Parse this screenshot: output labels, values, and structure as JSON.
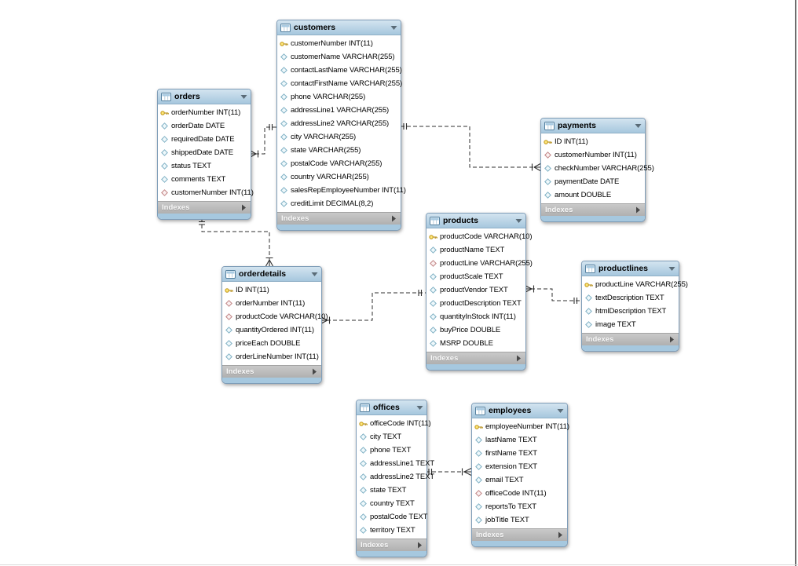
{
  "diagram": {
    "colors": {
      "table_header_blue": "#a6c7de",
      "indexes_bar_gray": "#b5b5b5",
      "primary_key_icon_yellow": "#f7d64b",
      "foreign_key_icon_red": "#c08484",
      "column_icon_blue": "#7fb0c4",
      "relationship_line": "#2f2f2f"
    },
    "tables": [
      {
        "title": "customers",
        "footer": "Indexes",
        "columns": [
          {
            "label": "customerNumber INT(11)",
            "icon": "key"
          },
          {
            "label": "customerName VARCHAR(255)",
            "icon": "col"
          },
          {
            "label": "contactLastName VARCHAR(255)",
            "icon": "col"
          },
          {
            "label": "contactFirstName VARCHAR(255)",
            "icon": "col"
          },
          {
            "label": "phone VARCHAR(255)",
            "icon": "col"
          },
          {
            "label": "addressLine1 VARCHAR(255)",
            "icon": "col"
          },
          {
            "label": "addressLine2 VARCHAR(255)",
            "icon": "col"
          },
          {
            "label": "city VARCHAR(255)",
            "icon": "col"
          },
          {
            "label": "state VARCHAR(255)",
            "icon": "col"
          },
          {
            "label": "postalCode VARCHAR(255)",
            "icon": "col"
          },
          {
            "label": "country VARCHAR(255)",
            "icon": "col"
          },
          {
            "label": "salesRepEmployeeNumber INT(11)",
            "icon": "col"
          },
          {
            "label": "creditLimit DECIMAL(8,2)",
            "icon": "col"
          }
        ]
      },
      {
        "title": "orders",
        "footer": "Indexes",
        "columns": [
          {
            "label": "orderNumber INT(11)",
            "icon": "key"
          },
          {
            "label": "orderDate DATE",
            "icon": "col"
          },
          {
            "label": "requiredDate DATE",
            "icon": "col"
          },
          {
            "label": "shippedDate DATE",
            "icon": "col"
          },
          {
            "label": "status TEXT",
            "icon": "col"
          },
          {
            "label": "comments TEXT",
            "icon": "col"
          },
          {
            "label": "customerNumber INT(11)",
            "icon": "fk"
          }
        ]
      },
      {
        "title": "payments",
        "footer": "Indexes",
        "columns": [
          {
            "label": "ID INT(11)",
            "icon": "key"
          },
          {
            "label": "customerNumber INT(11)",
            "icon": "fk"
          },
          {
            "label": "checkNumber VARCHAR(255)",
            "icon": "col"
          },
          {
            "label": "paymentDate DATE",
            "icon": "col"
          },
          {
            "label": "amount DOUBLE",
            "icon": "col"
          }
        ]
      },
      {
        "title": "products",
        "footer": "Indexes",
        "columns": [
          {
            "label": "productCode VARCHAR(10)",
            "icon": "key"
          },
          {
            "label": "productName TEXT",
            "icon": "col"
          },
          {
            "label": "productLine VARCHAR(255)",
            "icon": "fk"
          },
          {
            "label": "productScale TEXT",
            "icon": "col"
          },
          {
            "label": "productVendor TEXT",
            "icon": "col"
          },
          {
            "label": "productDescription TEXT",
            "icon": "col"
          },
          {
            "label": "quantityInStock INT(11)",
            "icon": "col"
          },
          {
            "label": "buyPrice DOUBLE",
            "icon": "col"
          },
          {
            "label": "MSRP DOUBLE",
            "icon": "col"
          }
        ]
      },
      {
        "title": "productlines",
        "footer": "Indexes",
        "columns": [
          {
            "label": "productLine VARCHAR(255)",
            "icon": "key"
          },
          {
            "label": "textDescription TEXT",
            "icon": "col"
          },
          {
            "label": "htmlDescription TEXT",
            "icon": "col"
          },
          {
            "label": "image TEXT",
            "icon": "col"
          }
        ]
      },
      {
        "title": "orderdetails",
        "footer": "Indexes",
        "columns": [
          {
            "label": "ID INT(11)",
            "icon": "key"
          },
          {
            "label": "orderNumber INT(11)",
            "icon": "fk"
          },
          {
            "label": "productCode VARCHAR(10)",
            "icon": "fk"
          },
          {
            "label": "quantityOrdered INT(11)",
            "icon": "col"
          },
          {
            "label": "priceEach DOUBLE",
            "icon": "col"
          },
          {
            "label": "orderLineNumber INT(11)",
            "icon": "col"
          }
        ]
      },
      {
        "title": "offices",
        "footer": "Indexes",
        "columns": [
          {
            "label": "officeCode INT(11)",
            "icon": "key"
          },
          {
            "label": "city TEXT",
            "icon": "col"
          },
          {
            "label": "phone TEXT",
            "icon": "col"
          },
          {
            "label": "addressLine1 TEXT",
            "icon": "col"
          },
          {
            "label": "addressLine2 TEXT",
            "icon": "col"
          },
          {
            "label": "state TEXT",
            "icon": "col"
          },
          {
            "label": "country TEXT",
            "icon": "col"
          },
          {
            "label": "postalCode TEXT",
            "icon": "col"
          },
          {
            "label": "territory TEXT",
            "icon": "col"
          }
        ]
      },
      {
        "title": "employees",
        "footer": "Indexes",
        "columns": [
          {
            "label": "employeeNumber INT(11)",
            "icon": "key"
          },
          {
            "label": "lastName TEXT",
            "icon": "col"
          },
          {
            "label": "firstName TEXT",
            "icon": "col"
          },
          {
            "label": "extension TEXT",
            "icon": "col"
          },
          {
            "label": "email TEXT",
            "icon": "col"
          },
          {
            "label": "officeCode INT(11)",
            "icon": "fk"
          },
          {
            "label": "reportsTo TEXT",
            "icon": "col"
          },
          {
            "label": "jobTitle TEXT",
            "icon": "col"
          }
        ]
      }
    ],
    "connections": [
      {
        "from": "orders",
        "to": "customers",
        "from_cardinality": "many",
        "to_cardinality": "one",
        "line_style": "dashed"
      },
      {
        "from": "payments",
        "to": "customers",
        "from_cardinality": "many",
        "to_cardinality": "one",
        "line_style": "dashed"
      },
      {
        "from": "orderdetails",
        "to": "orders",
        "from_cardinality": "many",
        "to_cardinality": "one",
        "line_style": "dashed"
      },
      {
        "from": "orderdetails",
        "to": "products",
        "from_cardinality": "many",
        "to_cardinality": "one",
        "line_style": "dashed"
      },
      {
        "from": "products",
        "to": "productlines",
        "from_cardinality": "many",
        "to_cardinality": "one",
        "line_style": "dashed"
      },
      {
        "from": "employees",
        "to": "offices",
        "from_cardinality": "many",
        "to_cardinality": "one",
        "line_style": "dashed"
      }
    ]
  }
}
